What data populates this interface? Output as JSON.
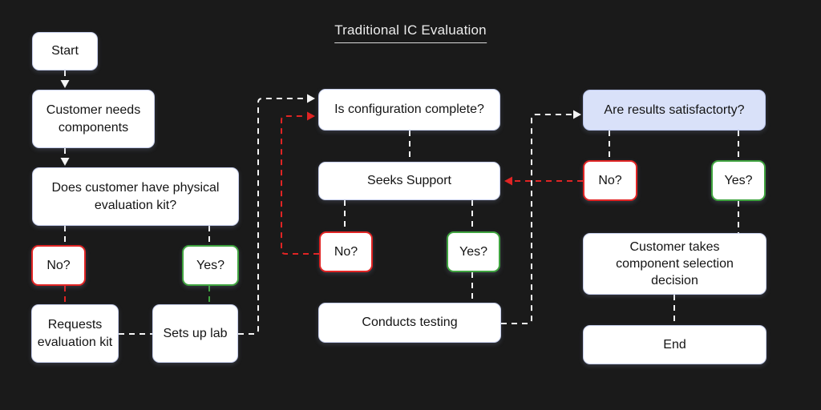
{
  "title": "Traditional IC Evaluation",
  "nodes": {
    "start": {
      "label": "Start"
    },
    "customer_needs": {
      "label": "Customer needs components"
    },
    "has_kit": {
      "label": "Does customer have physical evaluation kit?"
    },
    "no1": {
      "label": "No?"
    },
    "yes1": {
      "label": "Yes?"
    },
    "requests_kit": {
      "label": "Requests evaluation kit"
    },
    "sets_up_lab": {
      "label": "Sets up lab"
    },
    "is_config": {
      "label": "Is configuration complete?"
    },
    "seeks_support": {
      "label": "Seeks Support"
    },
    "no2": {
      "label": "No?"
    },
    "yes2": {
      "label": "Yes?"
    },
    "conducts_testing": {
      "label": "Conducts testing"
    },
    "are_results": {
      "label": "Are results satisfactorty?"
    },
    "no3": {
      "label": "No?"
    },
    "yes3": {
      "label": "Yes?"
    },
    "customer_takes": {
      "label": "Customer takes component selection decision"
    },
    "end": {
      "label": "End"
    }
  },
  "colors": {
    "background": "#1a1a1a",
    "box_fill": "#ffffff",
    "box_border": "#c7cfec",
    "highlight_box_fill": "#d9e1f9",
    "no_border": "#e02424",
    "yes_border": "#3fa33f",
    "connector_white": "#f5f5f5",
    "connector_red": "#e02424",
    "connector_green": "#3fa33f",
    "text": "#141414",
    "title_text": "#ececec"
  }
}
